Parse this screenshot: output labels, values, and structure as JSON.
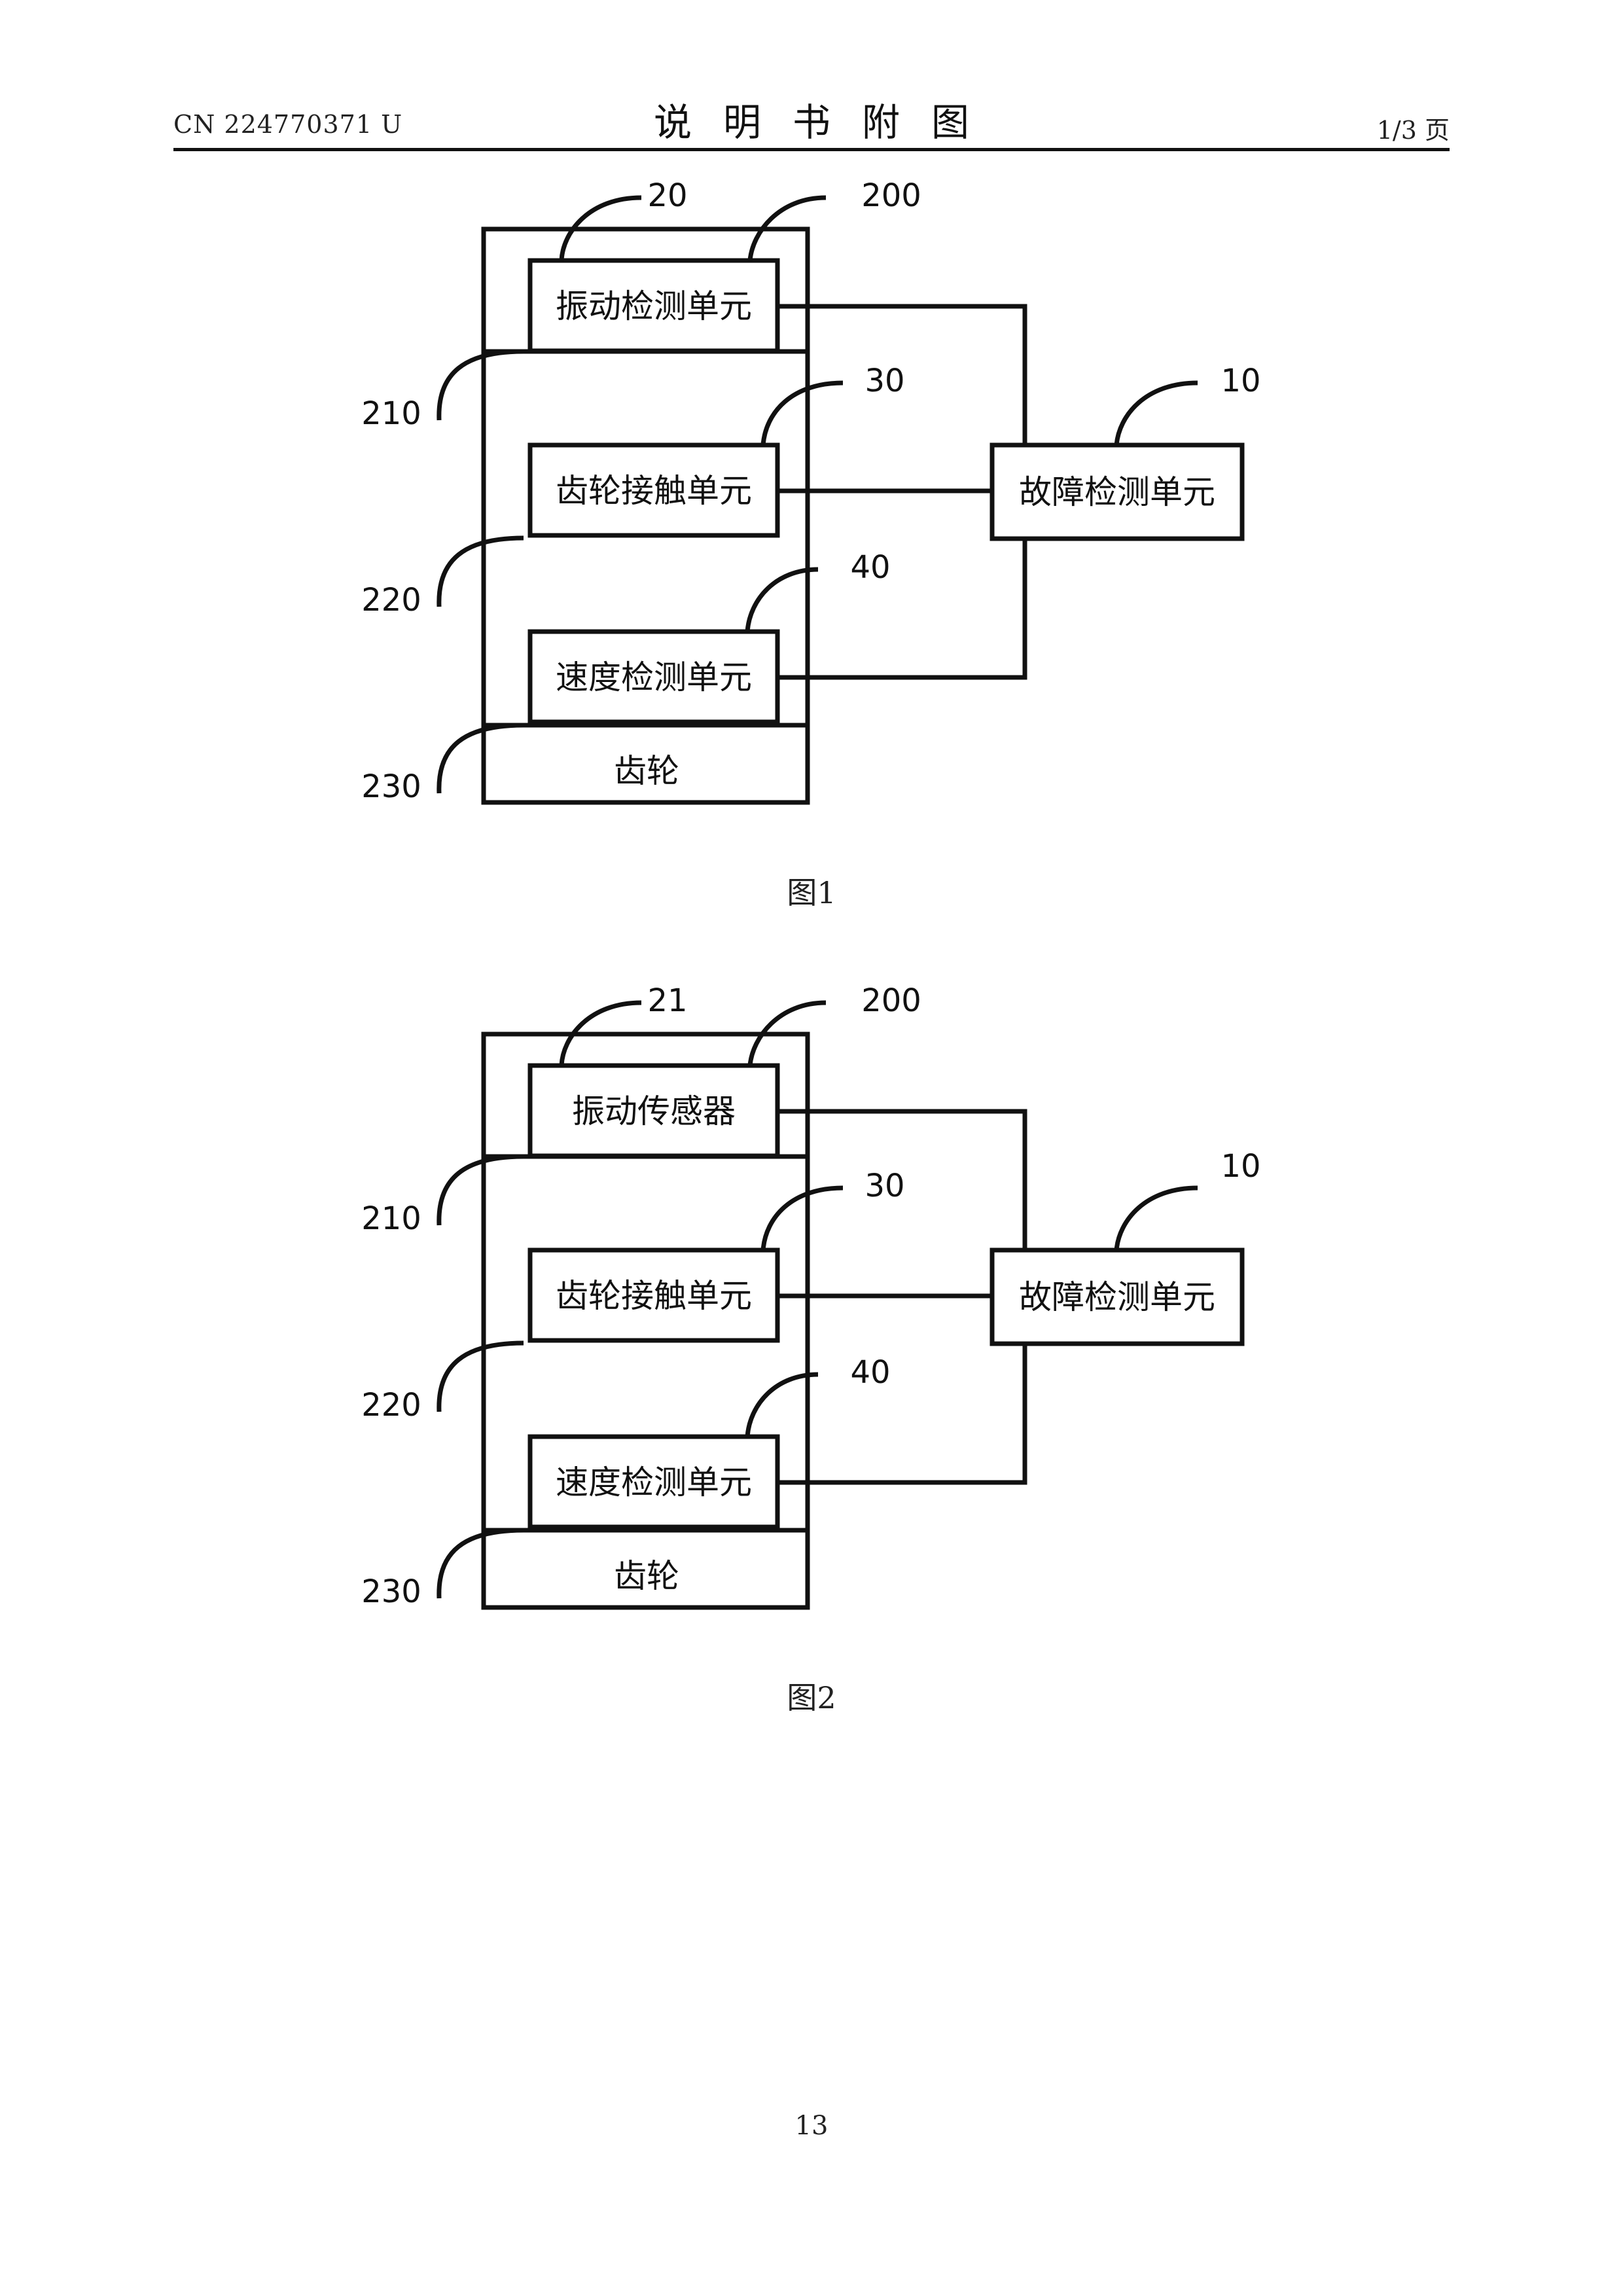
{
  "header": {
    "publication_number": "CN 224770371 U",
    "title": "说明书附图",
    "page_indicator": "1/3 页"
  },
  "figures": [
    {
      "caption": "图1",
      "outer_box_bottom_label": "齿轮",
      "units": [
        {
          "label": "振动检测单元",
          "ref": "20",
          "ref_outer": "200"
        },
        {
          "label": "齿轮接触单元",
          "ref": "30"
        },
        {
          "label": "速度检测单元",
          "ref": "40"
        }
      ],
      "fault_unit": {
        "label": "故障检测单元",
        "ref": "10"
      },
      "layer_refs": [
        "210",
        "220",
        "230"
      ]
    },
    {
      "caption": "图2",
      "outer_box_bottom_label": "齿轮",
      "units": [
        {
          "label": "振动传感器",
          "ref": "21",
          "ref_outer": "200"
        },
        {
          "label": "齿轮接触单元",
          "ref": "30"
        },
        {
          "label": "速度检测单元",
          "ref": "40"
        }
      ],
      "fault_unit": {
        "label": "故障检测单元",
        "ref": "10"
      },
      "layer_refs": [
        "210",
        "220",
        "230"
      ]
    }
  ],
  "footer": {
    "page_number": "13"
  }
}
